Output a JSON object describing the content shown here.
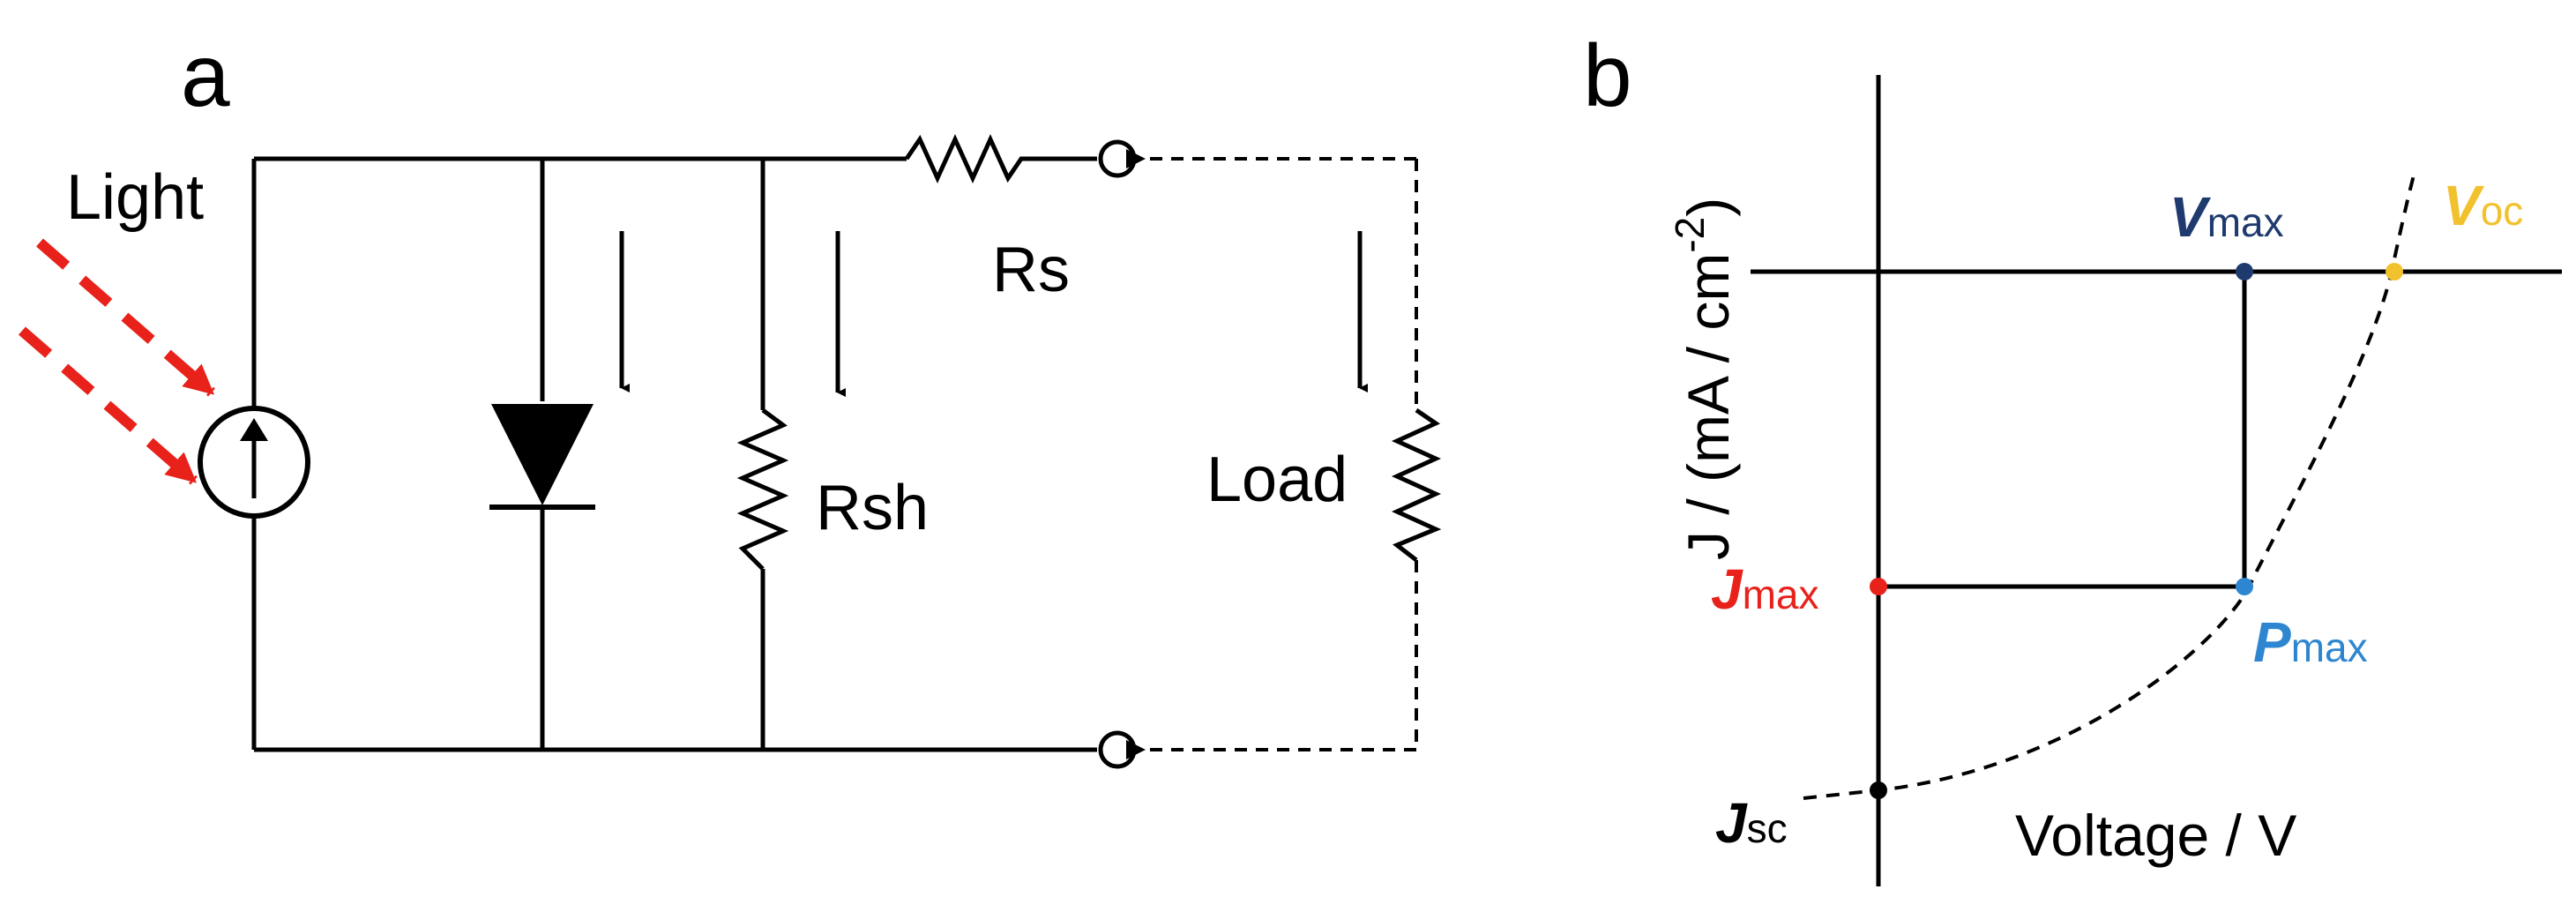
{
  "panel_a": {
    "letter": "a",
    "light_label": "Light",
    "rs_label": "Rs",
    "rsh_label": "Rsh",
    "load_label": "Load"
  },
  "panel_b": {
    "letter": "b",
    "y_axis_label": "J / (mA / cm",
    "y_axis_superscript": "-2",
    "y_axis_close": ")",
    "x_axis_label": "Voltage / V",
    "points": {
      "vmax": {
        "main": "V",
        "sub": "max",
        "color": "#1f3a6e"
      },
      "voc": {
        "main": "V",
        "sub": "oc",
        "color": "#f2c12e"
      },
      "jmax": {
        "main": "J",
        "sub": "max",
        "color": "#e8211b"
      },
      "pmax": {
        "main": "P",
        "sub": "max",
        "color": "#2e86d1"
      },
      "jsc": {
        "main": "J",
        "sub": "sc",
        "color": "#000000"
      }
    }
  },
  "colors": {
    "light_arrow": "#e8211b",
    "line": "#000000"
  },
  "icons": {
    "current_source": "current-source-icon",
    "diode": "diode-icon"
  }
}
